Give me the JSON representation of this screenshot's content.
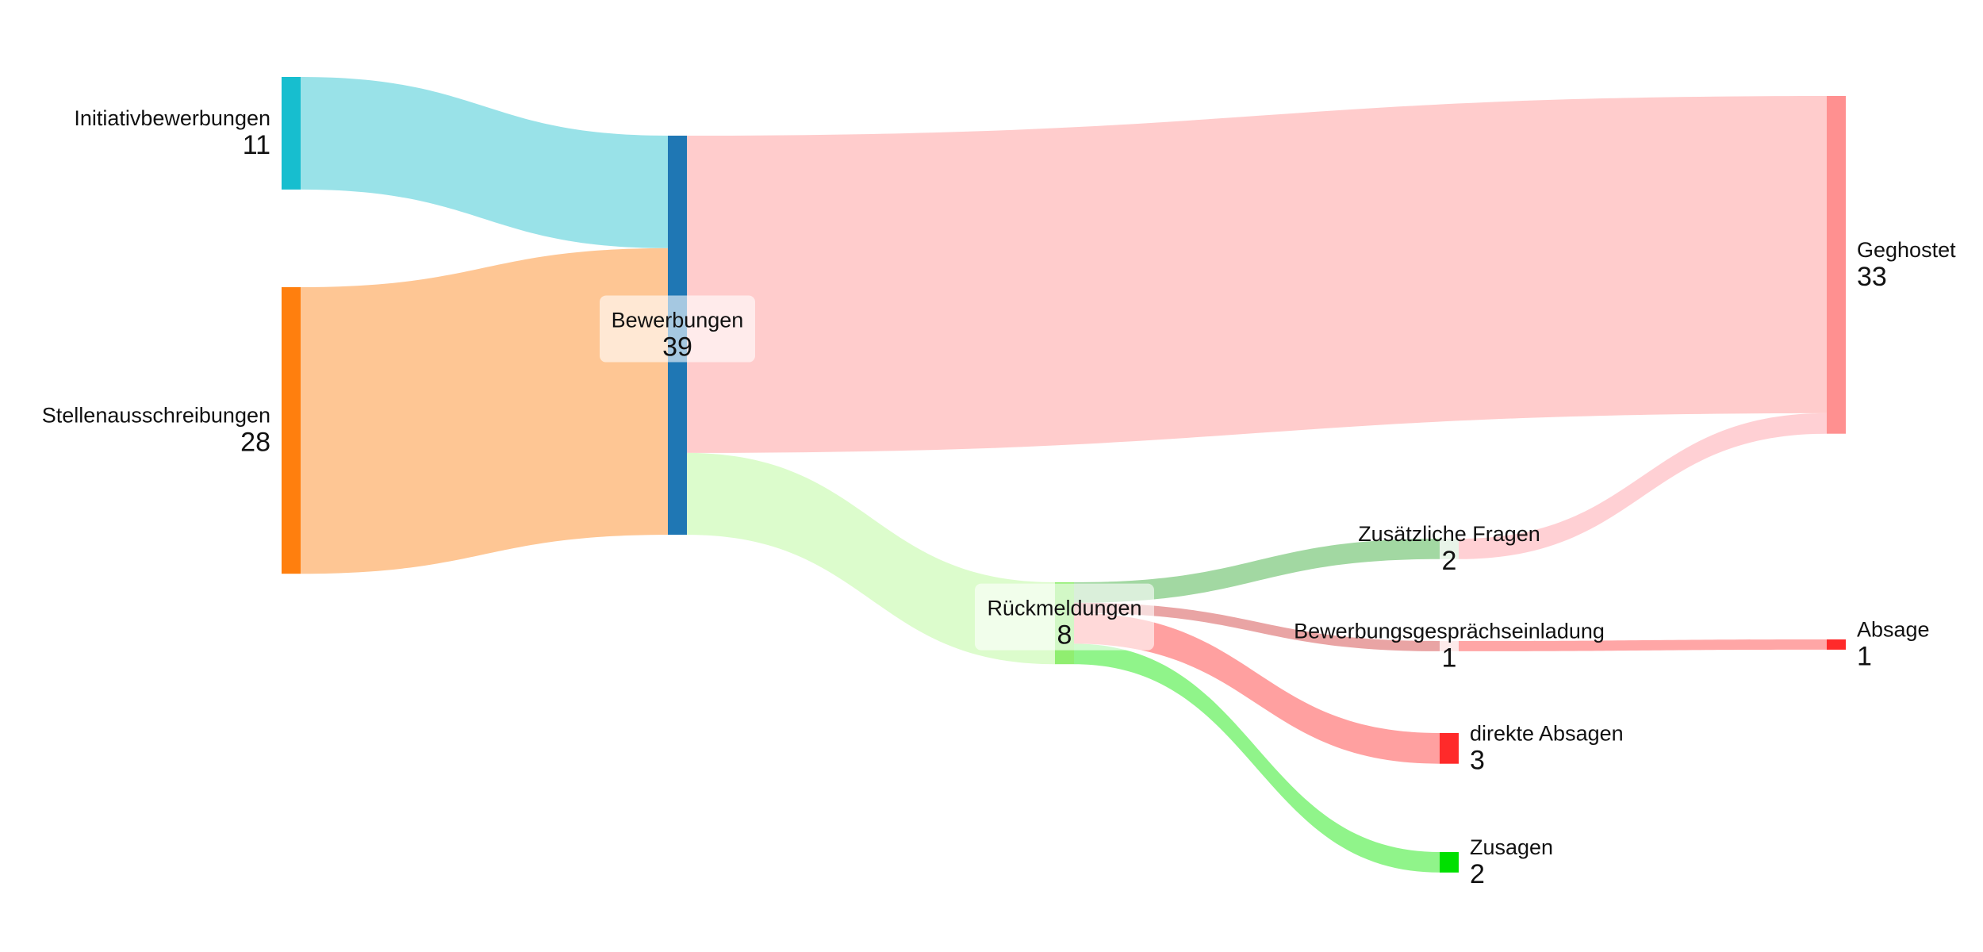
{
  "chart_data": {
    "type": "sankey",
    "nodes": [
      {
        "id": "initiativ",
        "name": "Initiativbewerbungen",
        "value": 11,
        "color": "#17becf"
      },
      {
        "id": "stellen",
        "name": "Stellenausschreibungen",
        "value": 28,
        "color": "#ff7f0e"
      },
      {
        "id": "bewerbungen",
        "name": "Bewerbungen",
        "value": 39,
        "color": "#1f77b4"
      },
      {
        "id": "rueck",
        "name": "Rückmeldungen",
        "value": 8,
        "color": "#90ee70"
      },
      {
        "id": "fragen",
        "name": "Zusätzliche Fragen",
        "value": 2,
        "color": "#e8f4e8"
      },
      {
        "id": "gespraech",
        "name": "Bewerbungsgesprächseinladung",
        "value": 1,
        "color": "#fdeaea"
      },
      {
        "id": "direkt",
        "name": "direkte Absagen",
        "value": 3,
        "color": "#ff2a2a"
      },
      {
        "id": "zusagen",
        "name": "Zusagen",
        "value": 2,
        "color": "#00e000"
      },
      {
        "id": "ghost",
        "name": "Geghostet",
        "value": 33,
        "color": "#ff9090"
      },
      {
        "id": "absage",
        "name": "Absage",
        "value": 1,
        "color": "#ff2a2a"
      }
    ],
    "links": [
      {
        "source": "initiativ",
        "target": "bewerbungen",
        "value": 11,
        "color": "#99e2e8"
      },
      {
        "source": "stellen",
        "target": "bewerbungen",
        "value": 28,
        "color": "#fec694"
      },
      {
        "source": "bewerbungen",
        "target": "ghost",
        "value": 31,
        "color": "#ffcccc"
      },
      {
        "source": "bewerbungen",
        "target": "rueck",
        "value": 8,
        "color": "#dcfccc"
      },
      {
        "source": "rueck",
        "target": "fragen",
        "value": 2,
        "color": "#a2d8a2"
      },
      {
        "source": "rueck",
        "target": "gespraech",
        "value": 1,
        "color": "#e9a4a4"
      },
      {
        "source": "rueck",
        "target": "direkt",
        "value": 3,
        "color": "#ffa0a0"
      },
      {
        "source": "rueck",
        "target": "zusagen",
        "value": 2,
        "color": "#90f48a"
      },
      {
        "source": "fragen",
        "target": "ghost",
        "value": 2,
        "color": "#ffd0d4"
      },
      {
        "source": "gespraech",
        "target": "absage",
        "value": 1,
        "color": "#ffa6a6"
      }
    ]
  }
}
